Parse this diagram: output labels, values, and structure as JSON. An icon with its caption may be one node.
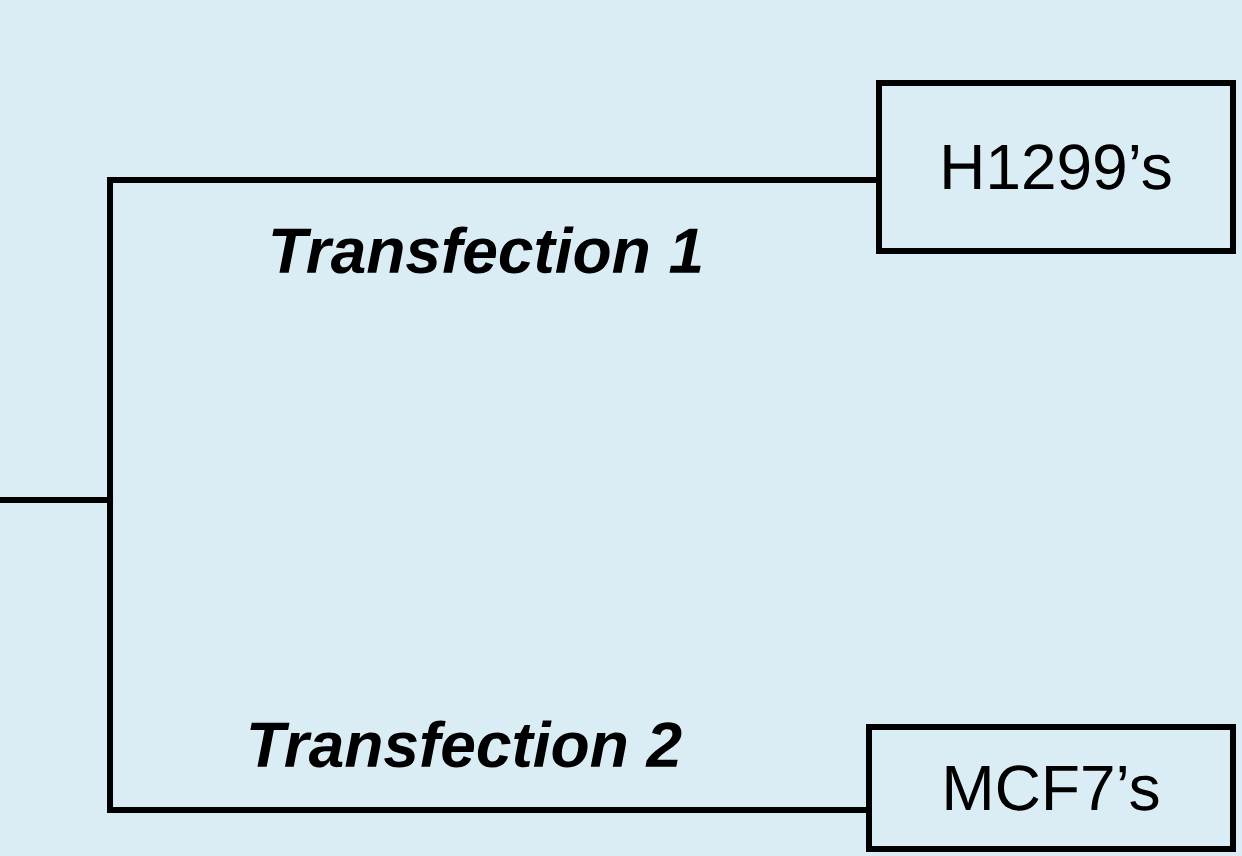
{
  "diagram": {
    "nodes": [
      {
        "text": [
          "H1299’s"
        ]
      },
      {
        "text": [
          "MCF7’s"
        ]
      }
    ],
    "edges": [
      {
        "from": null,
        "to": 0,
        "arrow": "none",
        "label": "Transfection 1"
      },
      {
        "from": null,
        "to": 1,
        "arrow": "none",
        "label": "Transfection 2"
      }
    ]
  }
}
